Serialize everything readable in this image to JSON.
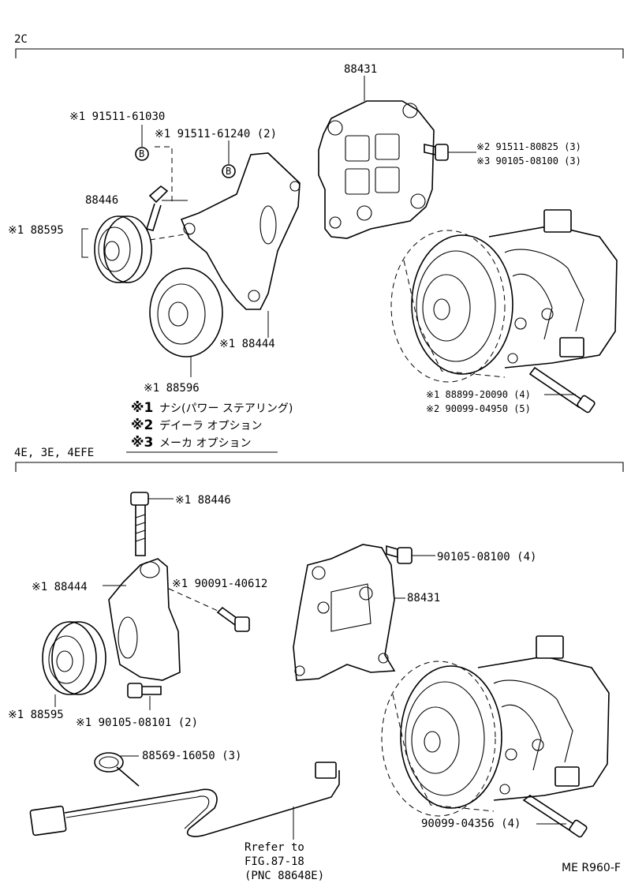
{
  "sections": {
    "top": {
      "label": "2C"
    },
    "bottom": {
      "label": "4E, 3E, 4EFE"
    }
  },
  "top_labels": {
    "bracket_88431": "88431",
    "bolt_61030": "※1  91511-61030",
    "bolt_61240": "※1  91511-61240 (2)",
    "bolt_80825": "※2 91511-80825 (3)",
    "bolt_08100": "※3 90105-08100 (3)",
    "bolt_88446": "88446",
    "pulley_88595": "※1  88595",
    "bracket_88444": "※1  88444",
    "pulley_88596": "※1  88596",
    "bolt_20090": "※1 88899-20090 (4)",
    "bolt_04950": "※2 90099-04950 (5)",
    "marker_b": "B"
  },
  "legend": [
    {
      "mark": "※1",
      "text": "ナシ(パワー ステアリング)"
    },
    {
      "mark": "※2",
      "text": "デイーラ オプション"
    },
    {
      "mark": "※3",
      "text": "メーカ オプション"
    }
  ],
  "bottom_labels": {
    "bolt_88446": "※1  88446",
    "bolt_08100": "90105-08100 (4)",
    "bracket_88444": "※1  88444",
    "bolt_40612": "※1  90091-40612",
    "bracket_88431": "88431",
    "pulley_88595": "※1  88595",
    "bolt_08101": "※1  90105-08101 (2)",
    "clamp_16050": "88569-16050 (3)",
    "bolt_04356": "90099-04356 (4)",
    "refer_line1": "Rrefer to",
    "refer_line2": "FIG.87-18",
    "refer_line3": "(PNC 88648E)",
    "footer_code": "ME R960-F"
  }
}
